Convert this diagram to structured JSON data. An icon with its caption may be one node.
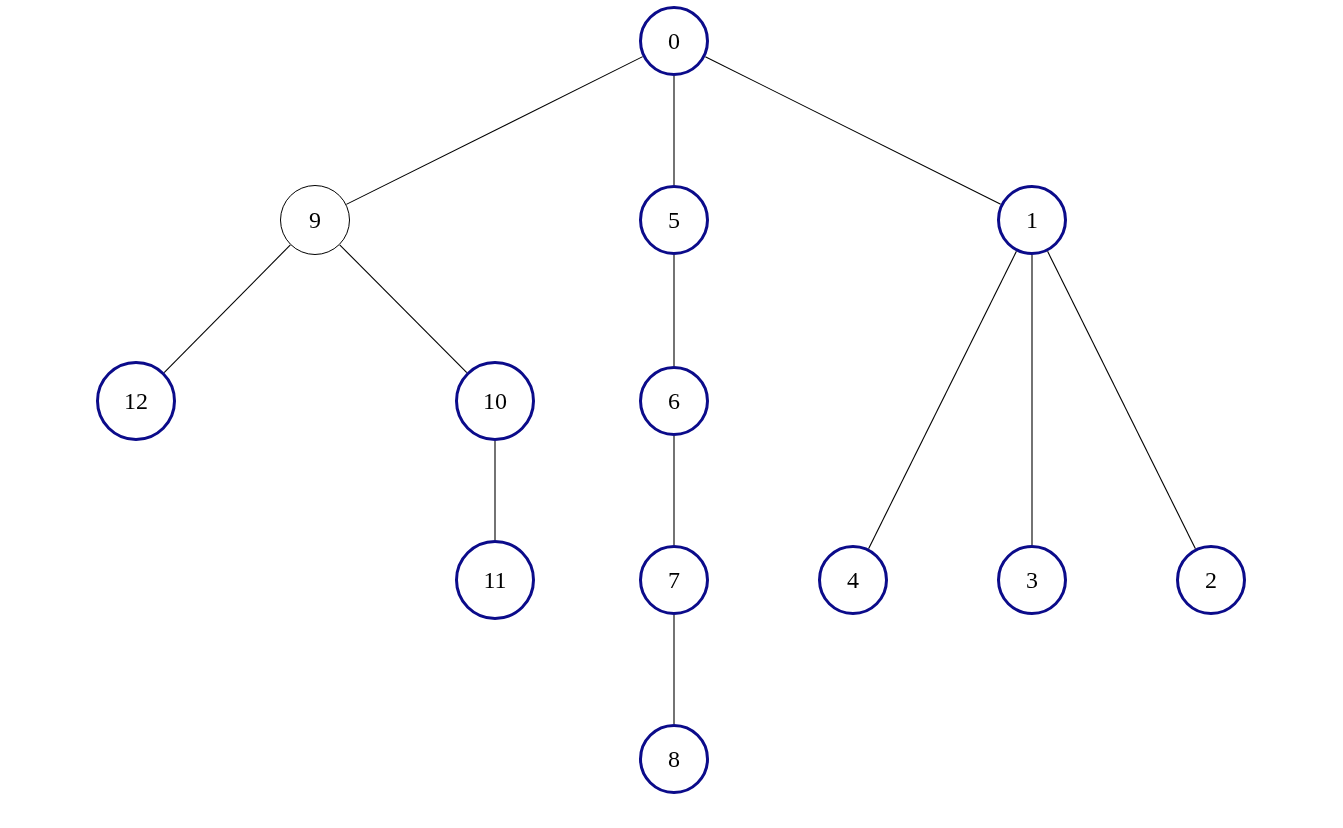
{
  "diagram": {
    "nodes": [
      {
        "text": [
          "0"
        ]
      },
      {
        "text": [
          "9"
        ]
      },
      {
        "text": [
          "5"
        ]
      },
      {
        "text": [
          "1"
        ]
      },
      {
        "text": [
          "12"
        ]
      },
      {
        "text": [
          "10"
        ]
      },
      {
        "text": [
          "6"
        ]
      },
      {
        "text": [
          "11"
        ]
      },
      {
        "text": [
          "7"
        ]
      },
      {
        "text": [
          "4"
        ]
      },
      {
        "text": [
          "3"
        ]
      },
      {
        "text": [
          "2"
        ]
      },
      {
        "text": [
          "8"
        ]
      }
    ],
    "edges": [
      {
        "from": 0,
        "to": 1,
        "arrow": "none"
      },
      {
        "from": 0,
        "to": 2,
        "arrow": "none"
      },
      {
        "from": 0,
        "to": 3,
        "arrow": "none"
      },
      {
        "from": 1,
        "to": 4,
        "arrow": "none"
      },
      {
        "from": 1,
        "to": 5,
        "arrow": "none"
      },
      {
        "from": 2,
        "to": 6,
        "arrow": "none"
      },
      {
        "from": 3,
        "to": 9,
        "arrow": "none"
      },
      {
        "from": 3,
        "to": 10,
        "arrow": "none"
      },
      {
        "from": 3,
        "to": 11,
        "arrow": "none"
      },
      {
        "from": 5,
        "to": 7,
        "arrow": "none"
      },
      {
        "from": 6,
        "to": 8,
        "arrow": "none"
      },
      {
        "from": 8,
        "to": 12,
        "arrow": "none"
      }
    ]
  }
}
